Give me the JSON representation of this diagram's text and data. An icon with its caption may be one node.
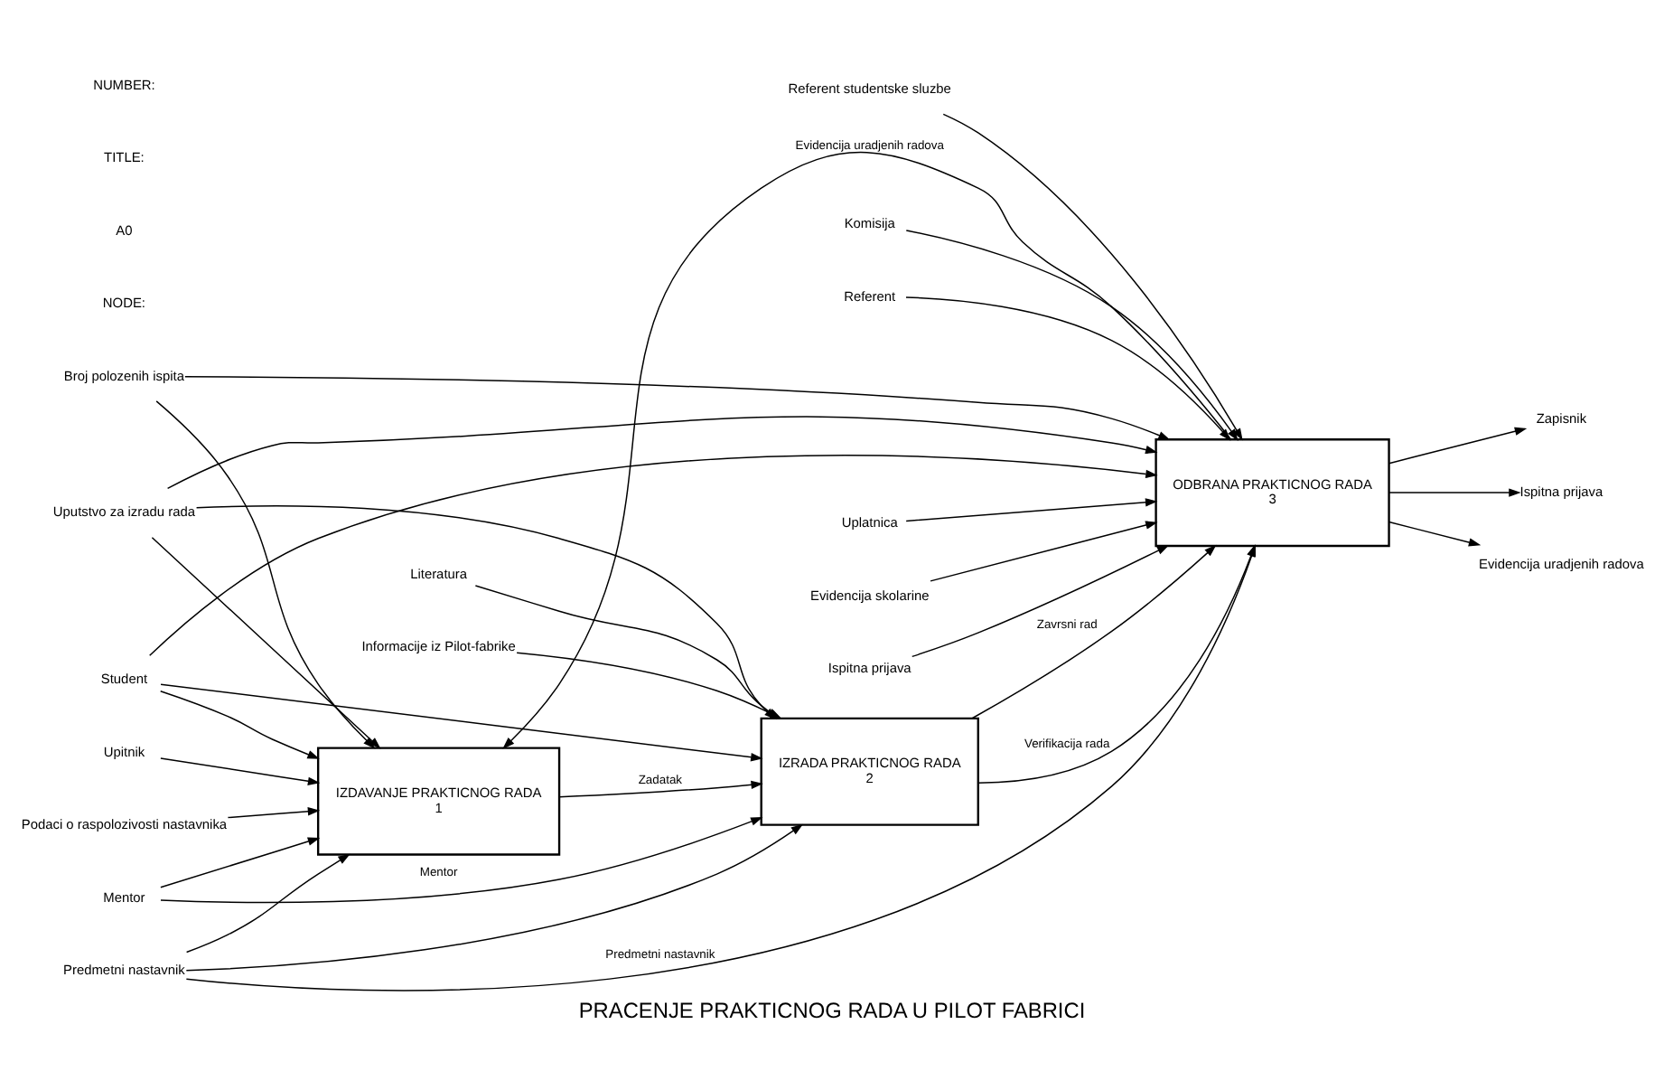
{
  "diagram": {
    "title": "PRACENJE PRAKTICNOG RADA U PILOT FABRICI",
    "nodes": [
      {
        "text": [
          "IZDAVANJE PRAKTICNOG RADA",
          "1"
        ]
      },
      {
        "text": [
          "IZRADA PRAKTICNOG RADA",
          "2"
        ]
      },
      {
        "text": [
          "ODBRANA PRAKTICNOG RADA",
          "3"
        ]
      },
      {
        "text": [
          "Uputstvo za izradu rada"
        ]
      },
      {
        "text": [
          "Upitnik"
        ]
      },
      {
        "text": [
          "Podaci o raspolozivosti nastavnika"
        ]
      },
      {
        "text": [
          "Broj polozenih ispita"
        ]
      },
      {
        "text": [
          "Literatura"
        ]
      },
      {
        "text": [
          "Informacije iz Pilot-fabrike"
        ]
      },
      {
        "text": [
          "Uplatnica"
        ]
      },
      {
        "text": [
          "Evidencija skolarine"
        ]
      },
      {
        "text": [
          "Ispitna prijava"
        ]
      },
      {
        "text": [
          "Zapisnik"
        ]
      },
      {
        "text": [
          "Ispitna prijava"
        ]
      },
      {
        "text": [
          "Evidencija uradjenih radova"
        ]
      },
      {
        "text": [
          "Predmetni nastavnik"
        ]
      },
      {
        "text": [
          "Mentor"
        ]
      },
      {
        "text": [
          "Student"
        ]
      },
      {
        "text": [
          "Referent studentske sluzbe"
        ]
      },
      {
        "text": [
          "Komisija"
        ]
      },
      {
        "text": [
          "Referent"
        ]
      }
    ],
    "edges": [
      {
        "from": 3,
        "to": 0,
        "arrow": "to"
      },
      {
        "from": 3,
        "to": 1,
        "arrow": "to"
      },
      {
        "from": 3,
        "to": 2,
        "arrow": "to"
      },
      {
        "from": 4,
        "to": 0,
        "arrow": "to"
      },
      {
        "from": 5,
        "to": 0,
        "arrow": "to"
      },
      {
        "from": 6,
        "to": 0,
        "arrow": "to"
      },
      {
        "from": 6,
        "to": 2,
        "arrow": "to"
      },
      {
        "from": 0,
        "to": 1,
        "arrow": "to",
        "label": "Zadatak"
      },
      {
        "from": 7,
        "to": 1,
        "arrow": "to"
      },
      {
        "from": 8,
        "to": 1,
        "arrow": "to"
      },
      {
        "from": 1,
        "to": 2,
        "arrow": "to",
        "label": "Verifikacija rada"
      },
      {
        "from": 1,
        "to": 2,
        "arrow": "to",
        "label": "Zavrsni rad"
      },
      {
        "from": 9,
        "to": 2,
        "arrow": "to"
      },
      {
        "from": 10,
        "to": 2,
        "arrow": "to"
      },
      {
        "from": 11,
        "to": 2,
        "arrow": "to"
      },
      {
        "from": 2,
        "to": 12,
        "arrow": "to"
      },
      {
        "from": 2,
        "to": 13,
        "arrow": "to"
      },
      {
        "from": 2,
        "to": 14,
        "arrow": "to"
      },
      {
        "from": 2,
        "to": 0,
        "arrow": "to",
        "label": "Evidencija uradjenih radova"
      },
      {
        "from": 15,
        "to": 0,
        "arrow": "to"
      },
      {
        "from": 15,
        "to": 1,
        "arrow": "to"
      },
      {
        "from": 15,
        "to": 2,
        "arrow": "to",
        "label": "Predmetni nastavnik"
      },
      {
        "from": 16,
        "to": 0,
        "arrow": "to"
      },
      {
        "from": 16,
        "to": 1,
        "arrow": "to",
        "label": "Mentor"
      },
      {
        "from": 17,
        "to": 0,
        "arrow": "to"
      },
      {
        "from": 17,
        "to": 1,
        "arrow": "to"
      },
      {
        "from": 17,
        "to": 2,
        "arrow": "to"
      },
      {
        "from": 18,
        "to": 2,
        "arrow": "to"
      },
      {
        "from": 19,
        "to": 2,
        "arrow": "to"
      },
      {
        "from": 20,
        "to": 2,
        "arrow": "to"
      }
    ],
    "labels": [
      "NODE:",
      "A0",
      "TITLE:",
      "NUMBER:"
    ]
  }
}
